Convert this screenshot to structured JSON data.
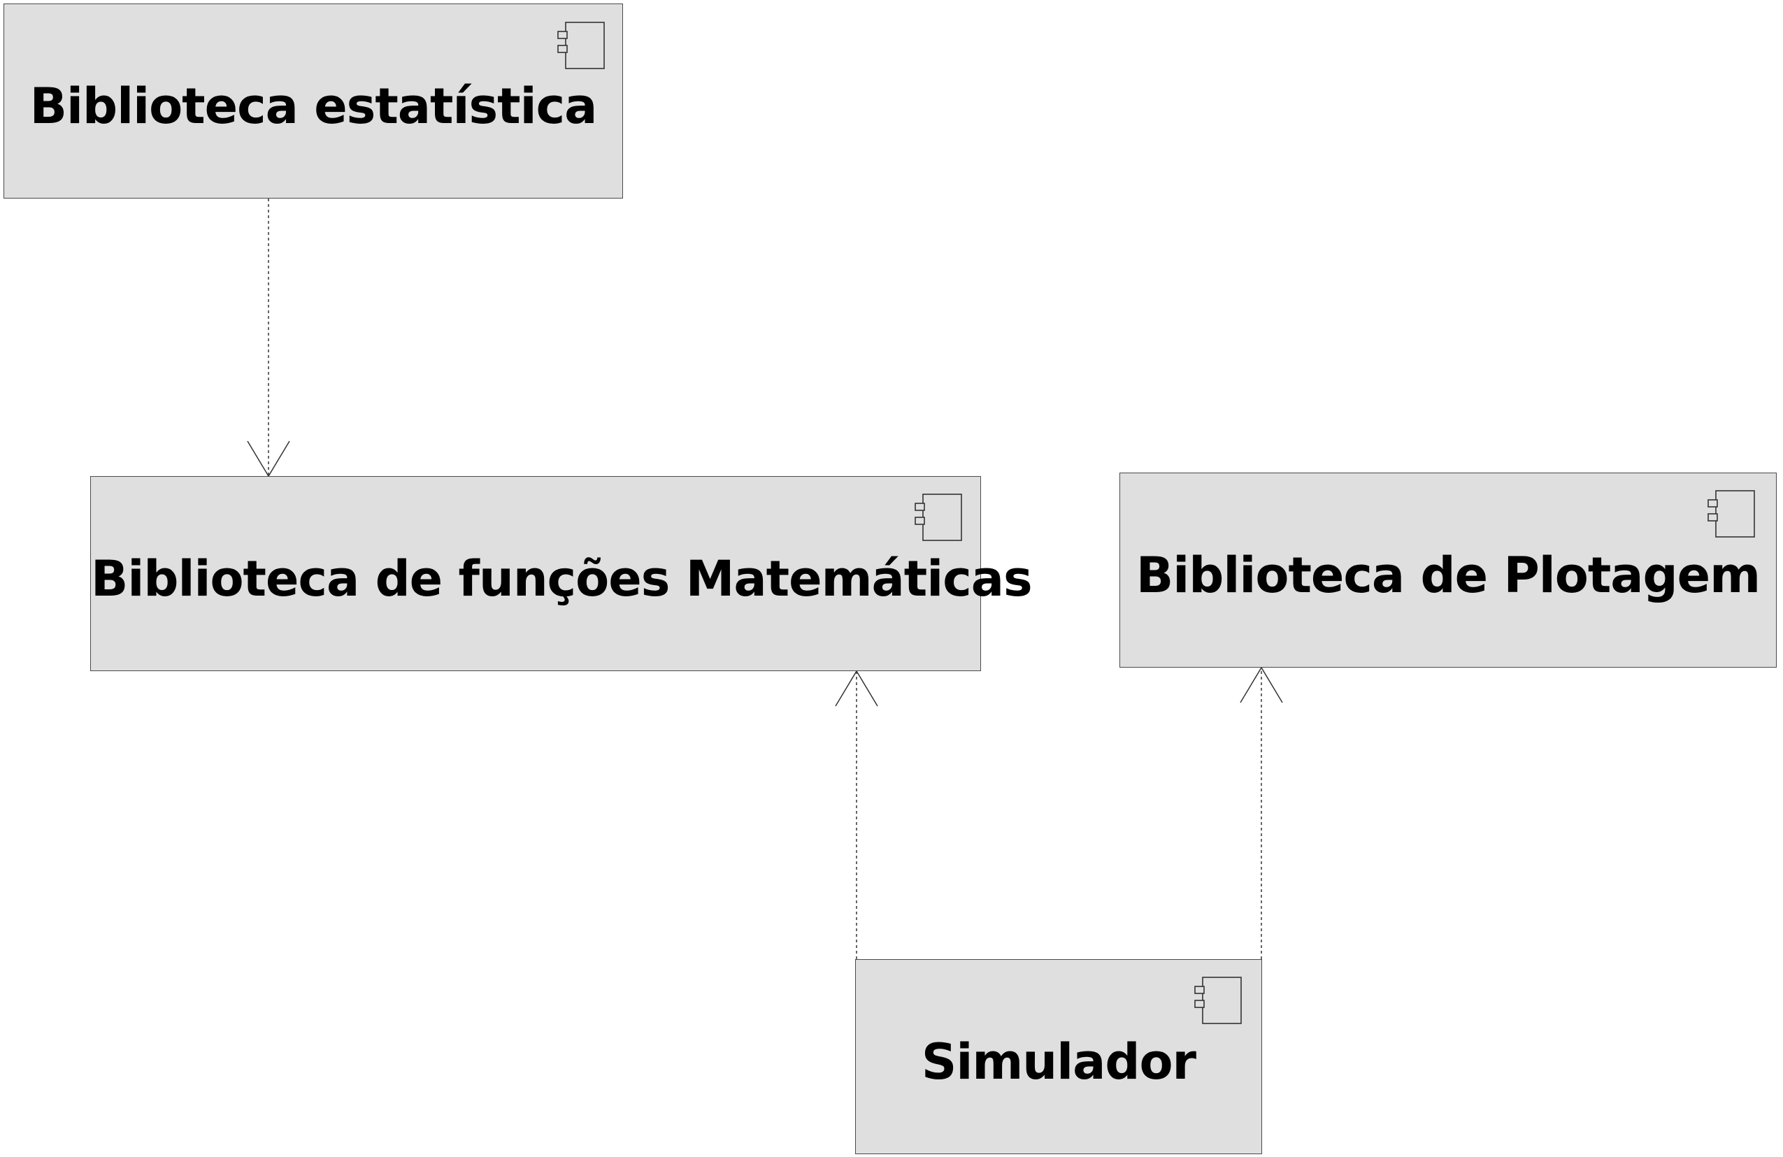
{
  "components": {
    "estatistica": {
      "label": "Biblioteca estatística"
    },
    "matematica": {
      "label": "Biblioteca de funções Matemáticas"
    },
    "plotagem": {
      "label": "Biblioteca de Plotagem"
    },
    "simulador": {
      "label": "Simulador"
    }
  },
  "dependencies": [
    {
      "from": "Biblioteca estatística",
      "to": "Biblioteca de funções Matemáticas"
    },
    {
      "from": "Simulador",
      "to": "Biblioteca de funções Matemáticas"
    },
    {
      "from": "Simulador",
      "to": "Biblioteca de Plotagem"
    }
  ],
  "colors": {
    "component_fill": "#dfdfdf",
    "component_border": "#4a4a4a",
    "text": "#000000",
    "connector": "#333333"
  },
  "icons": {
    "component": "uml-component-icon"
  }
}
